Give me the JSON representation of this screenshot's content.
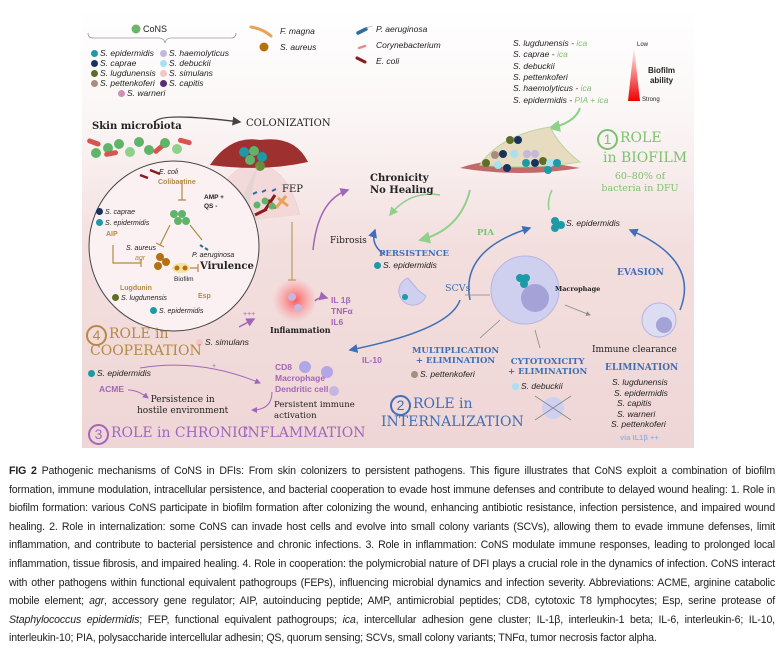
{
  "legend": {
    "cons_label": "CoNS",
    "cons_species": [
      {
        "name": "S. epidermidis",
        "color": "#1c9aa6"
      },
      {
        "name": "S. caprae",
        "color": "#17335f"
      },
      {
        "name": "S. lugdunensis",
        "color": "#5e6e24"
      },
      {
        "name": "S. pettenkoferi",
        "color": "#a88c80"
      },
      {
        "name": "S. haemolyticus",
        "color": "#c6b7de"
      },
      {
        "name": "S. debuckii",
        "color": "#a7e1f2"
      },
      {
        "name": "S. simulans",
        "color": "#f1c6c4"
      },
      {
        "name": "S. capitis",
        "color": "#5b2d73"
      },
      {
        "name": "S. warneri",
        "color": "#cf8fb6"
      }
    ],
    "others": [
      {
        "name": "F. magna",
        "icon": "orange-curved-rod",
        "color": "#e8a25a"
      },
      {
        "name": "S. aureus",
        "icon": "brown-coccus",
        "color": "#b5710f"
      },
      {
        "name": "P. aeruginosa",
        "icon": "blue-flagellated-rod",
        "color": "#2e6b9e"
      },
      {
        "name": "Corynebacterium",
        "icon": "pink-rod",
        "color": "#e98a8a"
      },
      {
        "name": "E. coli",
        "icon": "dark-red-rod",
        "color": "#8b1a1a"
      }
    ]
  },
  "biofilm_ability": {
    "species": [
      {
        "name": "S. lugdunensis",
        "gene": "ica"
      },
      {
        "name": "S. caprae",
        "gene": "ica"
      },
      {
        "name": "S. debuckii",
        "gene": ""
      },
      {
        "name": "S. pettenkoferi",
        "gene": ""
      },
      {
        "name": "S. haemolyticus",
        "gene": "ica"
      },
      {
        "name": "S. epidermidis",
        "gene": "PIA + ica"
      }
    ],
    "separator": " - ",
    "low": "Low",
    "strong": "Strong",
    "title": "Biofilm ability"
  },
  "flow": {
    "skin_microbiota": "Skin microbiota",
    "colonization": "COLONIZATION",
    "fep": "FEP",
    "fibrosis": "Fibrosis",
    "chronicity": "Chronicity",
    "no_healing": "No Healing"
  },
  "role1": {
    "number": "1",
    "title1": "ROLE",
    "title2": "in BIOFILM",
    "stat1": "60–80% of",
    "stat2": "bacteria in DFU",
    "color": "#7cc26e"
  },
  "role2": {
    "number": "2",
    "title1": "ROLE in",
    "title2": "INTERNALIZATION",
    "color": "#3e6fb8",
    "s_epidermidis": "S. epidermidis",
    "pia": "PIA",
    "persistence": "PERSISTENCE",
    "persistence_species": "S. epidermidis",
    "scvs": "SCVs",
    "macrophage": "Macrophage",
    "evasion": "EVASION",
    "immune_clearance": "Immune clearance",
    "multiplication1": "MULTIPLICATION",
    "multiplication2": "+ ELIMINATION",
    "multiplication_species": "S. pettenkoferi",
    "cytotoxicity1": "CYTOTOXICITY",
    "cytotoxicity2": "+ ELIMINATION",
    "cytotoxicity_species": "S. debuckii",
    "elimination": "ELIMINATION",
    "elimination_species": [
      "S. lugdunensis",
      "S. epidermidis",
      "S. capitis",
      "S. warneri",
      "S. pettenkoferi"
    ],
    "via": "via IL1β ++"
  },
  "role3": {
    "number": "3",
    "title1": "ROLE in CHRONIC",
    "title2": "INFLAMMATION",
    "color": "#a266b8",
    "inflammation": "Inflammation",
    "cytokines": [
      "IL 1β",
      "TNFα",
      "IL6"
    ],
    "il10": "IL-10",
    "plus3": "+++",
    "plus1": "+",
    "s_simulans": "S. simulans",
    "s_epidermidis": "S. epidermidis",
    "acme": "ACME",
    "persistence1": "Persistence in",
    "persistence2": "hostile environment",
    "cells": [
      "CD8",
      "Macrophage",
      "Dendritic cell"
    ],
    "activation1": "Persistent immune",
    "activation2": "activation"
  },
  "role4": {
    "number": "4",
    "title1": "ROLE in",
    "title2": "COOPERATION",
    "color": "#b48a45",
    "e_coli": "E. coli",
    "colibactine": "Colibactine",
    "amp": "AMP +",
    "qs": "QS -",
    "s_caprae": "S. caprae",
    "s_epidermidis": "S. epidermidis",
    "aip": "AIP",
    "s_aureus": "S. aureus",
    "agr": "agr",
    "p_aeruginosa": "P. aeruginosa",
    "virulence": "Virulence",
    "biofilm": "Biofilm",
    "lugdunin": "Lugdunin",
    "s_lugdunensis": "S. lugdunensis",
    "esp": "Esp",
    "s_epidermidis2": "S. epidermidis"
  },
  "caption": {
    "label": "FIG 2",
    "p1": " Pathogenic mechanisms of CoNS in DFIs: From skin colonizers to persistent pathogens. This figure illustrates that CoNS exploit a combination of biofilm formation, immune modulation, intracellular persistence, and bacterial cooperation to evade host immune defenses and contribute to delayed wound healing: 1. Role in biofilm formation: various CoNS participate in biofilm formation after colonizing the wound, enhancing antibiotic resistance, infection persistence, and impaired wound healing. 2. Role in internalization: some CoNS can invade host cells and evolve into small colony variants (SCVs), allowing them to evade immune defenses, limit inflammation, and contribute to bacterial persistence and chronic infections. 3. Role in inflammation: CoNS modulate immune responses, leading to prolonged local inflammation, tissue fibrosis, and impaired healing. 4. Role in cooperation: the polymicrobial nature of DFI plays a crucial role in the dynamics of infection. CoNS interact with other pathogens within functional equivalent pathogroups (FEPs), influencing microbial dynamics and infection severity. Abbreviations: ACME, arginine catabolic mobile element; ",
    "i1": "agr",
    "p2": ", accessory gene regulator; AIP, autoinducing peptide; AMP, antimicrobial peptides; CD8, cytotoxic T8 lymphocytes; Esp, serine protease of ",
    "i2": "Staphylococcus epidermidis",
    "p3": "; FEP, functional equivalent pathogroups; ",
    "i3": "ica",
    "p4": ", intercellular adhesion gene cluster; IL-1β, interleukin-1 beta; IL-6, interleukin-6; IL-10, interleukin-10; PIA, polysaccharide intercellular adhesin; QS, quorum sensing; SCVs, small colony variants; TNFα, tumor necrosis factor alpha."
  }
}
